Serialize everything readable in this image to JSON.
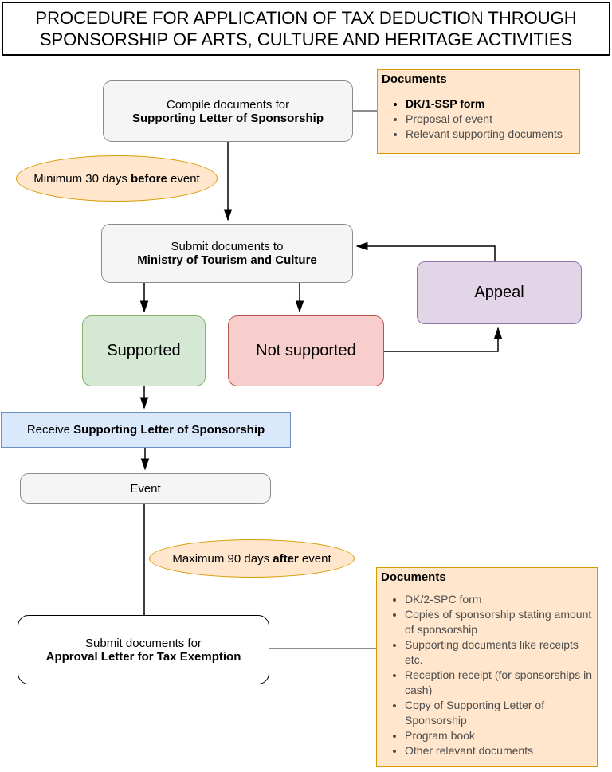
{
  "title": "PROCEDURE FOR APPLICATION OF TAX DEDUCTION THROUGH SPONSORSHIP OF ARTS, CULTURE AND HERITAGE ACTIVITIES",
  "flow": {
    "compile": {
      "line1": "Compile documents for",
      "line2": "Supporting Letter of Sponsorship"
    },
    "timing_before": {
      "prefix": "Minimum 30 days ",
      "emphasis": "before",
      "suffix": " event"
    },
    "submit_ministry": {
      "line1": "Submit documents to",
      "line2": "Ministry of Tourism and Culture"
    },
    "supported": "Supported",
    "not_supported": "Not supported",
    "appeal": "Appeal",
    "receive": {
      "prefix": "Receive ",
      "emphasis": "Supporting Letter of Sponsorship"
    },
    "event": "Event",
    "timing_after": {
      "prefix": "Maximum 90 days ",
      "emphasis": "after",
      "suffix": " event"
    },
    "submit_approval": {
      "line1": "Submit documents for",
      "line2": "Approval Letter for Tax Exemption"
    }
  },
  "documents_top": {
    "title": "Documents",
    "items": [
      "DK/1-SSP form",
      "Proposal of event",
      "Relevant supporting documents"
    ]
  },
  "documents_bottom": {
    "title": "Documents",
    "items": [
      "DK/2-SPC form",
      "Copies of sponsorship stating amount of sponsorship",
      "Supporting documents like receipts etc.",
      "Reception receipt (for sponsorships in cash)",
      "Copy of Supporting Letter of Sponsorship",
      "Program book",
      "Other relevant documents"
    ]
  },
  "colors": {
    "process_fill": "#F5F5F5",
    "process_stroke": "#8c8c8c",
    "documents_fill": "#FFE6CC",
    "documents_stroke": "#D79B00",
    "supported_fill": "#D5E8D4",
    "supported_stroke": "#82B366",
    "not_supported_fill": "#F8CECC",
    "not_supported_stroke": "#B85450",
    "appeal_fill": "#E1D5E7",
    "appeal_stroke": "#9673A6",
    "receive_fill": "#DAE8FC",
    "receive_stroke": "#6C8EBF",
    "arrow": "#000000",
    "doc_link": "#666666",
    "bullet_text": "#4d4d4d"
  }
}
